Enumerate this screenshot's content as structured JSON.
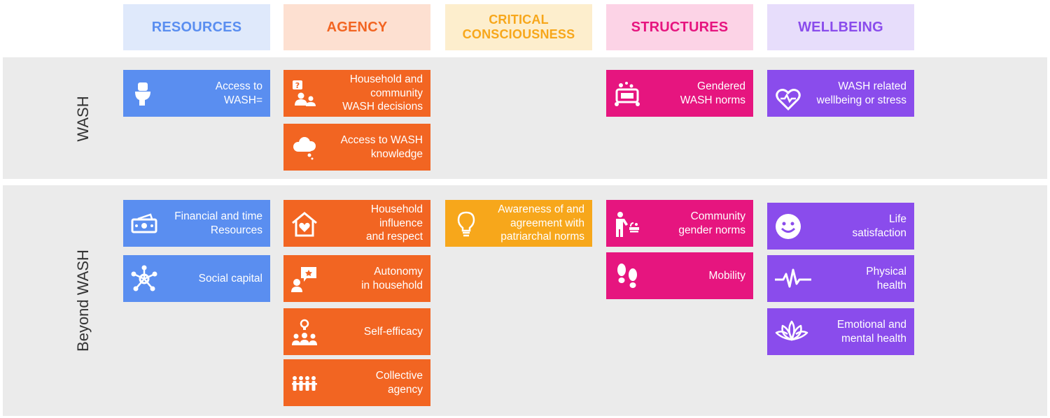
{
  "colors": {
    "resources": "#5a8ef0",
    "agency": "#f26522",
    "critical": "#f7a71b",
    "structures": "#e6157f",
    "wellbeing": "#8a4cec"
  },
  "headers": {
    "resources": "RESOURCES",
    "agency": "AGENCY",
    "critical": "CRITICAL\nCONSCIOUSNESS",
    "structures": "STRUCTURES",
    "wellbeing": "WELLBEING"
  },
  "rows": {
    "wash": "WASH",
    "beyond": "Beyond WASH"
  },
  "cards": {
    "access_to_wash": {
      "label": "Access to\nWASH=",
      "icon": "toilet-icon"
    },
    "household_wash_decisions": {
      "label": "Household and\ncommunity\nWASH decisions",
      "icon": "people-question-icon"
    },
    "access_to_wash_knowledge": {
      "label": "Access to WASH\nknowledge",
      "icon": "thought-cloud-icon"
    },
    "gendered_wash_norms": {
      "label": "Gendered\nWASH norms",
      "icon": "washing-basin-icon"
    },
    "wash_wellbeing": {
      "label": "WASH related\nwellbeing or stress",
      "icon": "heart-pulse-icon"
    },
    "financial_time": {
      "label": "Financial and time\nResources",
      "icon": "money-icon"
    },
    "social_capital": {
      "label": "Social capital",
      "icon": "network-icon"
    },
    "household_influence": {
      "label": "Household influence\nand respect",
      "icon": "house-heart-icon"
    },
    "autonomy": {
      "label": "Autonomy\nin household",
      "icon": "person-speech-icon"
    },
    "self_efficacy": {
      "label": "Self-efficacy",
      "icon": "group-idea-icon"
    },
    "collective_agency": {
      "label": "Collective\nagency",
      "icon": "crowd-icon"
    },
    "patriarchal_norms": {
      "label": "Awareness of and\nagreement with\npatriarchal norms",
      "icon": "lightbulb-icon"
    },
    "community_gender_norms": {
      "label": "Community\ngender norms",
      "icon": "person-chores-icon"
    },
    "mobility": {
      "label": "Mobility",
      "icon": "footprints-icon"
    },
    "life_satisfaction": {
      "label": "Life\nsatisfaction",
      "icon": "smiley-icon"
    },
    "physical_health": {
      "label": "Physical\nhealth",
      "icon": "heartbeat-line-icon"
    },
    "emotional_health": {
      "label": "Emotional and\nmental health",
      "icon": "lotus-icon"
    }
  }
}
